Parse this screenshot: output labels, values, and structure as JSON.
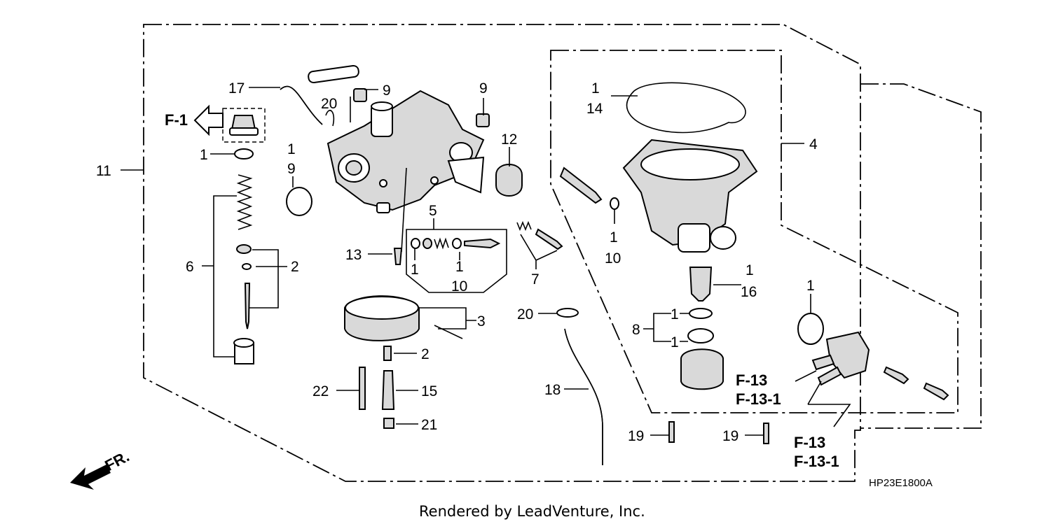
{
  "callouts": {
    "c11": "11",
    "c17": "17",
    "c20a": "20",
    "c9a": "9",
    "c9b": "9",
    "c1a": "1",
    "c1b": "1",
    "c9c": "9",
    "c12": "12",
    "c6": "6",
    "c2a": "2",
    "c13": "13",
    "c5": "5",
    "c1c": "1",
    "c1d": "1",
    "c10a": "10",
    "c7": "7",
    "c3": "3",
    "c2b": "2",
    "c22": "22",
    "c15": "15",
    "c21": "21",
    "c20b": "20",
    "c18": "18",
    "c1e": "1",
    "c14": "14",
    "c4": "4",
    "c1f": "1",
    "c10b": "10",
    "c1g": "1",
    "c16": "16",
    "c1h": "1",
    "c8": "8",
    "c1i": "1",
    "c1j": "1",
    "c19a": "19",
    "c19b": "19"
  },
  "refs": {
    "f1": "F-1",
    "f13a": "F-13",
    "f131a": "F-13-1",
    "f13b": "F-13",
    "f131b": "F-13-1"
  },
  "front_marker": "FR.",
  "diagram_code": "HP23E1800A",
  "credit": "Rendered by LeadVenture, Inc."
}
